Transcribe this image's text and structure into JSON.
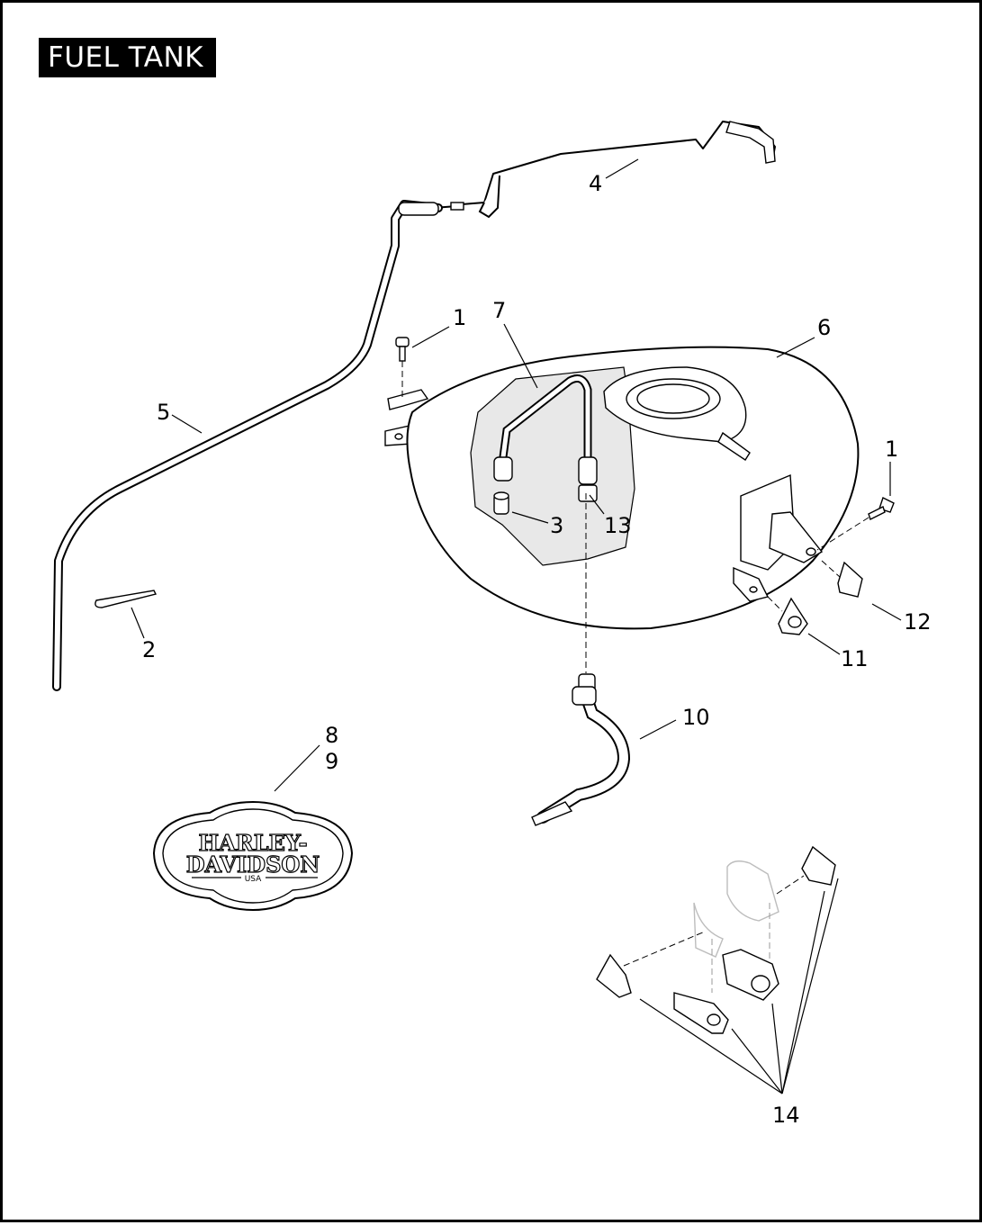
{
  "title": "FUEL TANK",
  "callouts": {
    "c1a": "1",
    "c1b": "1",
    "c2": "2",
    "c3": "3",
    "c4": "4",
    "c5": "5",
    "c6": "6",
    "c7": "7",
    "c8": "8",
    "c9": "9",
    "c10": "10",
    "c11": "11",
    "c12": "12",
    "c13": "13",
    "c14": "14"
  },
  "emblem": {
    "line1": "HARLEY-",
    "line2": "DAVIDSON",
    "line3": "USA"
  }
}
